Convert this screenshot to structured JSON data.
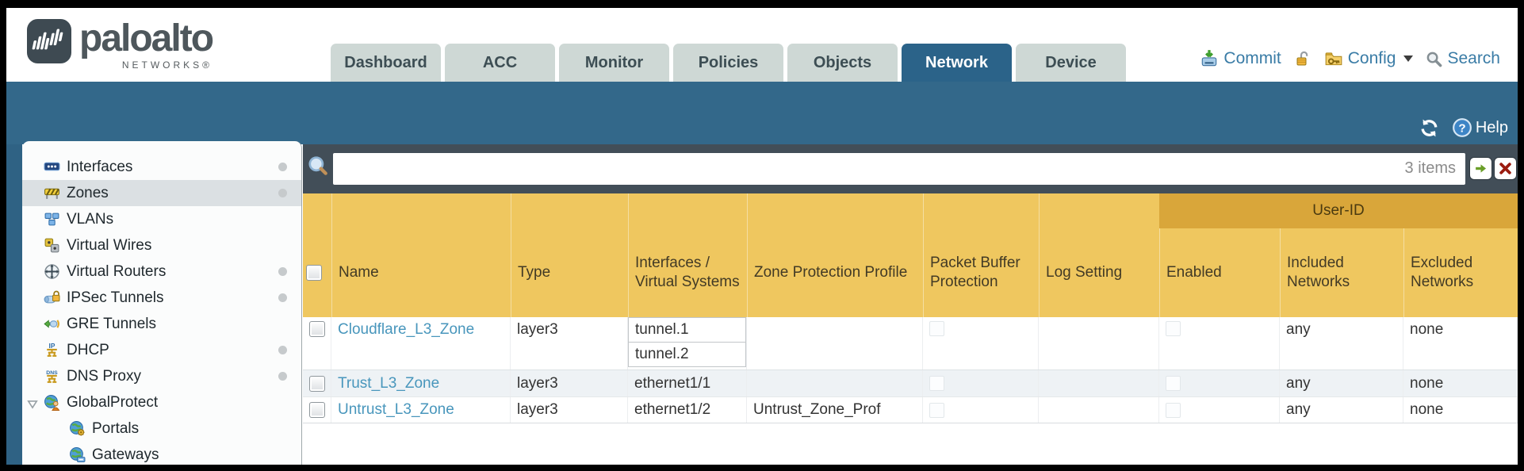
{
  "brand": {
    "name": "paloalto",
    "networks": "NETWORKS®"
  },
  "tabs": [
    {
      "label": "Dashboard",
      "active": false
    },
    {
      "label": "ACC",
      "active": false
    },
    {
      "label": "Monitor",
      "active": false
    },
    {
      "label": "Policies",
      "active": false
    },
    {
      "label": "Objects",
      "active": false
    },
    {
      "label": "Network",
      "active": true
    },
    {
      "label": "Device",
      "active": false
    }
  ],
  "top_actions": {
    "commit": "Commit",
    "config": "Config",
    "search": "Search"
  },
  "toolbar": {
    "help": "Help"
  },
  "sidebar": {
    "items": [
      {
        "label": "Interfaces",
        "icon": "interfaces-icon",
        "dot": true
      },
      {
        "label": "Zones",
        "icon": "zones-icon",
        "dot": true,
        "selected": true
      },
      {
        "label": "VLANs",
        "icon": "vlans-icon",
        "dot": false
      },
      {
        "label": "Virtual Wires",
        "icon": "virtual-wires-icon",
        "dot": false
      },
      {
        "label": "Virtual Routers",
        "icon": "virtual-routers-icon",
        "dot": true
      },
      {
        "label": "IPSec Tunnels",
        "icon": "ipsec-tunnels-icon",
        "dot": true
      },
      {
        "label": "GRE Tunnels",
        "icon": "gre-tunnels-icon",
        "dot": false
      },
      {
        "label": "DHCP",
        "icon": "dhcp-icon",
        "dot": true
      },
      {
        "label": "DNS Proxy",
        "icon": "dns-proxy-icon",
        "dot": true
      },
      {
        "label": "GlobalProtect",
        "icon": "globalprotect-icon",
        "dot": false,
        "expanded": true
      },
      {
        "label": "Portals",
        "icon": "portals-icon",
        "dot": false,
        "child": true
      },
      {
        "label": "Gateways",
        "icon": "gateways-icon",
        "dot": false,
        "child": true
      }
    ]
  },
  "filter_bar": {
    "value": "",
    "items_count": "3 items"
  },
  "table": {
    "group_header": "User-ID",
    "columns": [
      "Name",
      "Type",
      "Interfaces / Virtual Systems",
      "Zone Protection Profile",
      "Packet Buffer Protection",
      "Log Setting",
      "Enabled",
      "Included Networks",
      "Excluded Networks"
    ],
    "rows": [
      {
        "name": "Cloudflare_L3_Zone",
        "type": "layer3",
        "interfaces": [
          "tunnel.1",
          "tunnel.2"
        ],
        "zone_protection_profile": "",
        "log_setting": "",
        "included_networks": "any",
        "excluded_networks": "none"
      },
      {
        "name": "Trust_L3_Zone",
        "type": "layer3",
        "interfaces": [
          "ethernet1/1"
        ],
        "zone_protection_profile": "",
        "log_setting": "",
        "included_networks": "any",
        "excluded_networks": "none"
      },
      {
        "name": "Untrust_L3_Zone",
        "type": "layer3",
        "interfaces": [
          "ethernet1/2"
        ],
        "zone_protection_profile": "Untrust_Zone_Prof",
        "log_setting": "",
        "included_networks": "any",
        "excluded_networks": "none"
      }
    ]
  },
  "colors": {
    "band_teal": "#33688a",
    "filter_slate": "#424e58",
    "header_gold": "#efc75f",
    "user_id_gold": "#d9a63a",
    "active_tab": "#2b6389",
    "link_blue": "#4896bc",
    "row_stripe": "#eef2f5"
  }
}
